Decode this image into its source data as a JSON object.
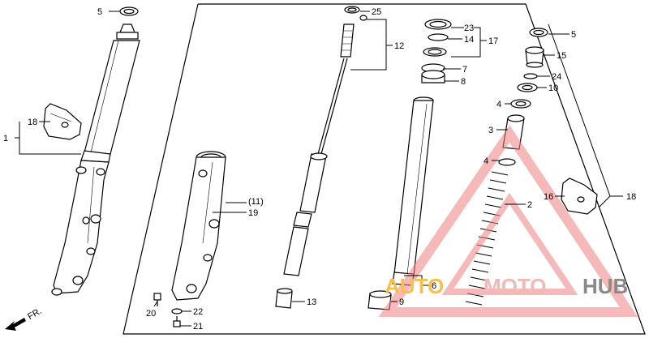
{
  "diagram": {
    "labels": {
      "p5_left": "5",
      "p18_left": "18",
      "p1": "1",
      "p25": "25",
      "p12": "12",
      "p23": "23",
      "p14": "14",
      "p17": "17",
      "p7": "7",
      "p8": "8",
      "p5_right": "5",
      "p15": "15",
      "p24": "24",
      "p10": "10",
      "p4_top": "4",
      "p3": "3",
      "p4_mid": "4",
      "p2": "2",
      "p16": "16",
      "p18_right": "18",
      "p11": "(11)",
      "p19": "19",
      "p13": "13",
      "p6": "6",
      "p9": "9",
      "p20": "20",
      "p22": "22",
      "p21": "21",
      "fr": "FR."
    },
    "watermark": {
      "part1": "AUTO",
      "part2": "MOTO",
      "part3": "HUB",
      "color_auto": "#f6c04a",
      "color_moto": "#f2b8b8",
      "color_hub": "#8a8a8a",
      "triangle_color": "#f08080"
    }
  }
}
